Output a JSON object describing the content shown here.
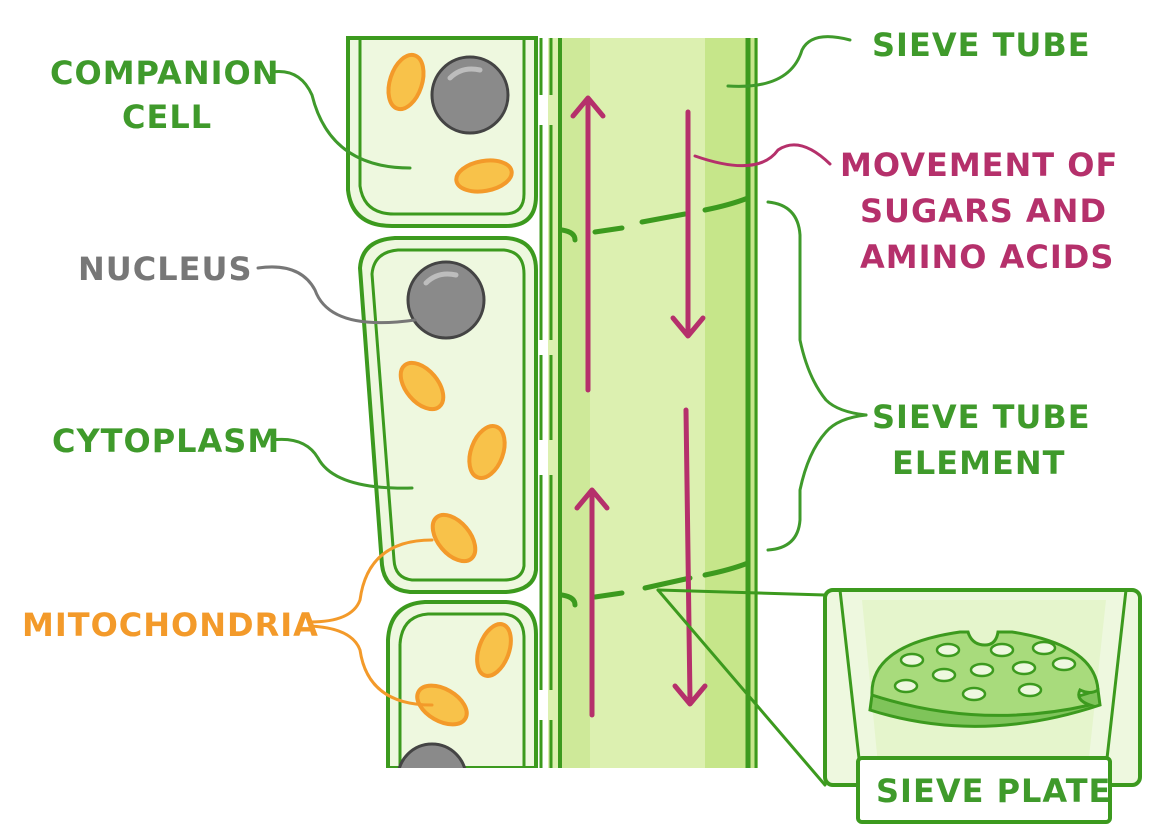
{
  "labels": {
    "companion_cell_1": "COMPANION",
    "companion_cell_2": "CELL",
    "nucleus": "NUCLEUS",
    "cytoplasm": "CYTOPLASM",
    "mitochondria": "MITOCHONDRIA",
    "sieve_tube": "SIEVE TUBE",
    "movement_1": "MOVEMENT OF",
    "movement_2": "SUGARS AND",
    "movement_3": "AMINO ACIDS",
    "ste_1": "SIEVE TUBE",
    "ste_2": "ELEMENT",
    "sieve_plate": "SIEVE PLATE"
  },
  "colors": {
    "green_label": "#3f9a2b",
    "grey_label": "#777777",
    "magenta": "#b5306b",
    "orange": "#f39a2a",
    "cell_outline": "#3c9a1e",
    "cell_fill": "#eef8df",
    "tube_fill": "#dcf0b0",
    "tube_band": "#c6e68a",
    "nucleus": "#8a8a8a"
  }
}
